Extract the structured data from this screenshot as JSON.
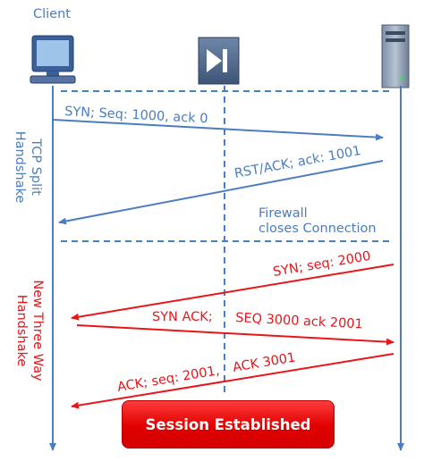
{
  "client_label": "Client",
  "side_labels": {
    "tcp_split": [
      "TCP Split",
      "Handshake"
    ],
    "new_three_way": [
      "New Three Way",
      "Handshake"
    ]
  },
  "messages": {
    "syn1": "SYN; Seq: 1000, ack 0",
    "rst_ack": "RST/ACK; ack: 1001",
    "firewall_note": [
      "Firewall",
      "closes Connection"
    ],
    "syn2": "SYN; seq: 2000",
    "syn_ack_a": "SYN ACK;",
    "syn_ack_b": "SEQ 3000 ack 2001",
    "ack_a": "ACK; seq: 2001,",
    "ack_b": "ACK 3001"
  },
  "session_button": "Session Established",
  "icons": [
    "computer-icon",
    "firewall-icon",
    "server-icon"
  ],
  "colors": {
    "blue": "#4a7ebf",
    "red": "#e8151b",
    "button": "#e00000"
  }
}
